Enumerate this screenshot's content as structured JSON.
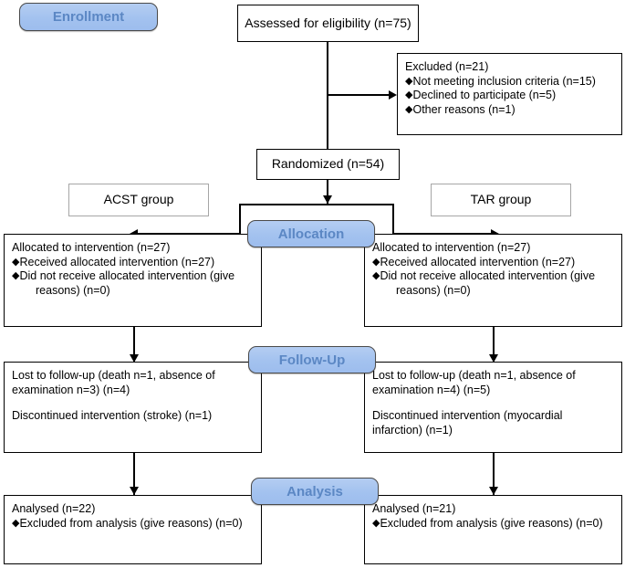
{
  "diagram": {
    "title": "CONSORT participant flow diagram",
    "accent_badge_fill": "#a8c8f0",
    "accent_badge_text": "#5b87c4",
    "line_color": "#000000",
    "box_border": "#000000",
    "group_box_border": "#a6a6a6"
  },
  "stages": {
    "enrollment": "Enrollment",
    "allocation": "Allocation",
    "followup": "Follow-Up",
    "analysis": "Analysis"
  },
  "nodes": {
    "assessed": {
      "text": "Assessed for eligibility (n=75)"
    },
    "excluded": {
      "heading": "Excluded (n=21)",
      "items": [
        "Not meeting inclusion criteria (n=15)",
        "Declined to participate (n=5)",
        "Other reasons (n=1)"
      ]
    },
    "randomized": {
      "text": "Randomized (n=54)"
    },
    "group_left": {
      "label": "ACST group"
    },
    "group_right": {
      "label": "TAR group"
    },
    "allocated_left": {
      "heading": "Allocated to intervention (n=27)",
      "items": [
        "Received allocated intervention (n=27)",
        "Did not receive allocated intervention (give"
      ],
      "item2_cont": "reasons) (n=0)"
    },
    "allocated_right": {
      "heading": "Allocated to intervention (n=27)",
      "items": [
        "Received allocated intervention (n=27)",
        "Did not receive allocated intervention (give"
      ],
      "item2_cont": "reasons) (n=0)"
    },
    "followup_left": {
      "line1": "Lost to follow-up (death n=1, absence of",
      "line2": "examination n=3) (n=4)",
      "line3": "Discontinued intervention (stroke) (n=1)",
      "line4": ""
    },
    "followup_right": {
      "line1": "Lost to follow-up (death n=1, absence of",
      "line2": "examination n=4) (n=5)",
      "line3": "Discontinued intervention (myocardial",
      "line4": "infarction) (n=1)"
    },
    "analysed_left": {
      "heading": "Analysed  (n=22)",
      "items": [
        "Excluded from analysis (give reasons) (n=0)"
      ]
    },
    "analysed_right": {
      "heading": "Analysed (n=21)",
      "items": [
        "Excluded from analysis (give reasons) (n=0)"
      ]
    }
  },
  "glyphs": {
    "bullet": "♦"
  }
}
